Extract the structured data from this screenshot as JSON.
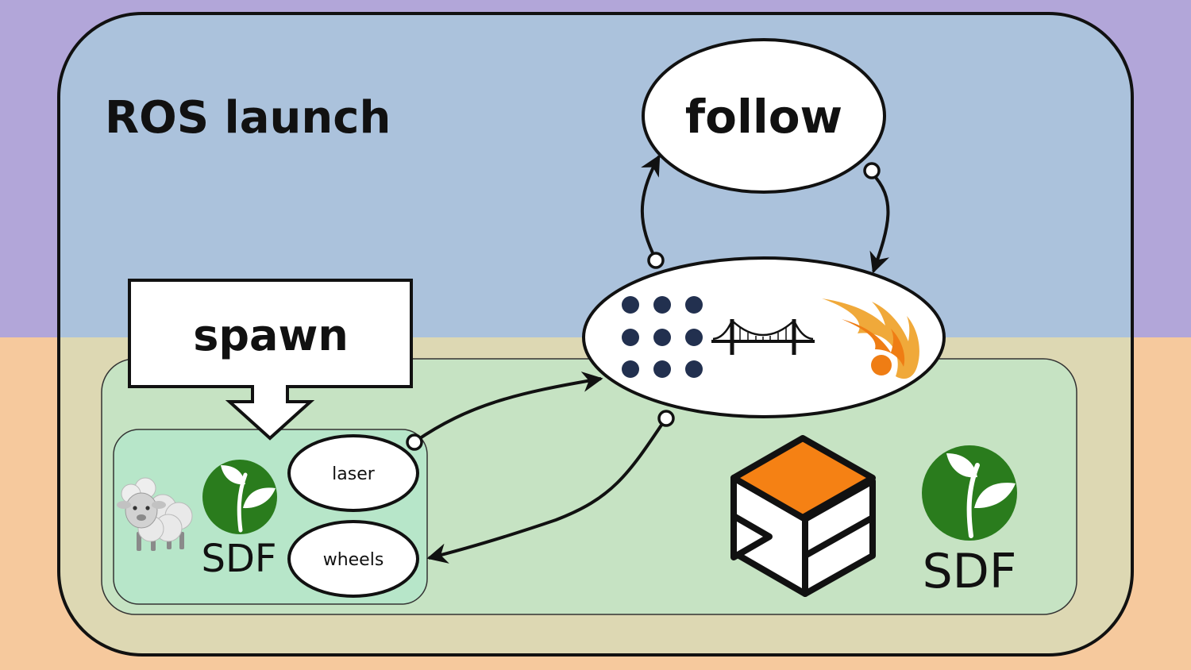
{
  "labels": {
    "ros_launch": "ROS launch",
    "follow": "follow",
    "spawn": "spawn",
    "laser": "laser",
    "wheels": "wheels",
    "sdf_small": "SDF",
    "sdf_large": "SDF"
  },
  "icons": [
    "sheep-icon",
    "sdf-sprout-icon",
    "ros-dots-icon",
    "bridge-icon",
    "gazebo-icon",
    "ignition-fuel-icon"
  ],
  "colors": {
    "upper_bg": "#b2a6d9",
    "lower_bg": "#f6c99d",
    "ros_upper": "#abc2dc",
    "ros_lower": "#ddd8b3",
    "sim_box": "#c6e3c3",
    "model_box": "#b7e6c9",
    "stroke": "#111111",
    "ros_dot": "#22304f",
    "gazebo_orange": "#f58114",
    "sdf_green": "#2a7c1d",
    "fuel_orange": "#ef7d14"
  }
}
